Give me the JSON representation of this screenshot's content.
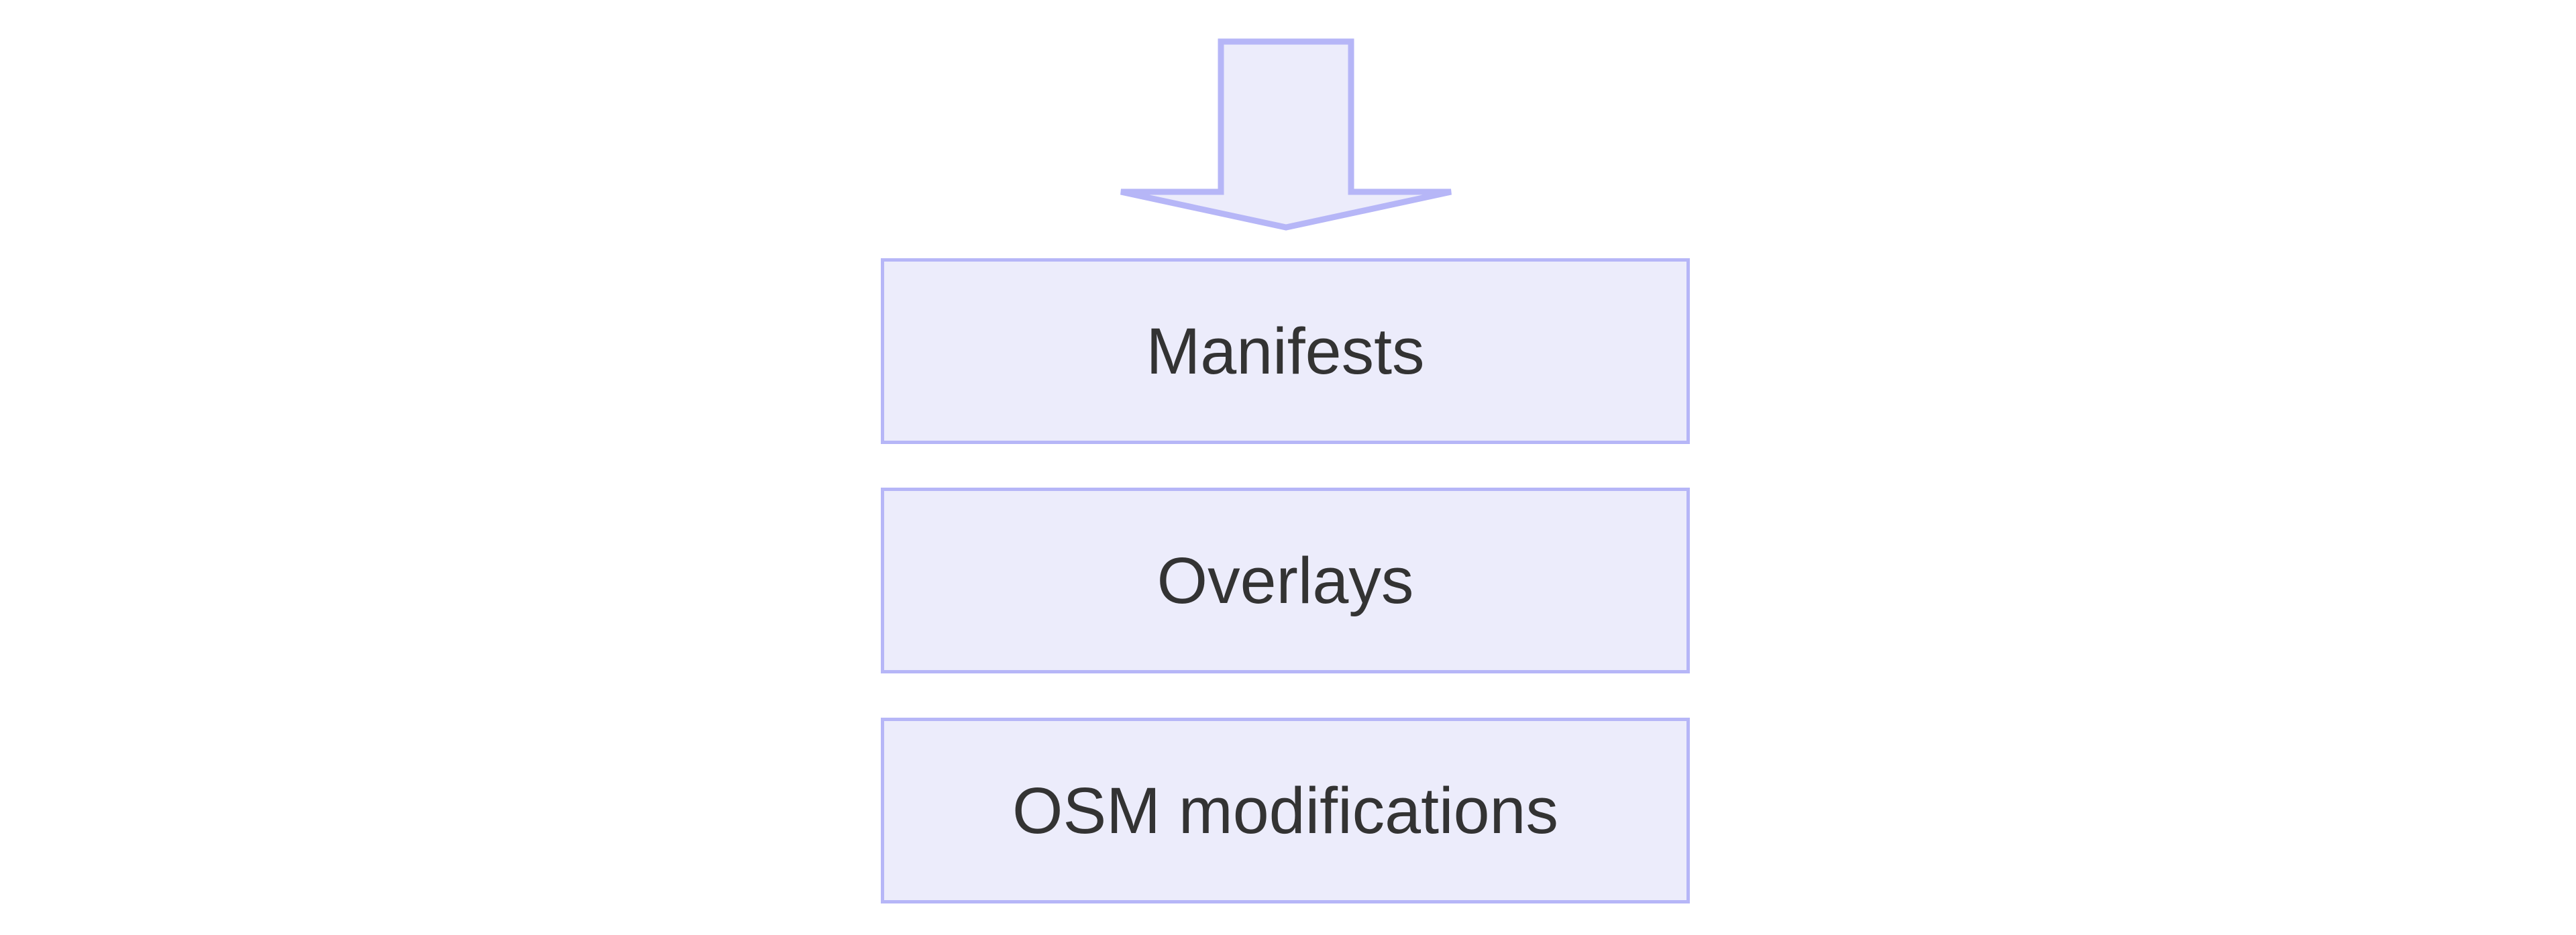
{
  "diagram": {
    "background_color": "#ffffff",
    "node_fill_color": "#ececfb",
    "node_border_color": "#b6b6f7",
    "node_text_color": "#333333",
    "arrow_fill_color": "#ececfb",
    "arrow_border_color": "#b6b6f7",
    "arrow": {
      "name": "down-arrow",
      "direction": "down"
    },
    "nodes": [
      {
        "id": "manifests",
        "label": "Manifests"
      },
      {
        "id": "overlays",
        "label": "Overlays"
      },
      {
        "id": "osm_modifications",
        "label": "OSM modifications"
      }
    ]
  }
}
